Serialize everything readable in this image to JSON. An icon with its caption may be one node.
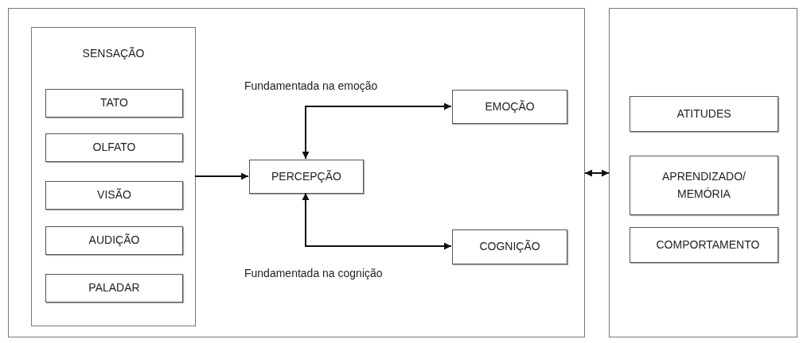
{
  "diagram": {
    "nodes": [
      {
        "text": [],
        "shape": "box"
      },
      {
        "text": [
          "SENSAÇÃO"
        ],
        "in": 0
      },
      {
        "text": [
          "TATO"
        ],
        "in": 1
      },
      {
        "text": [
          "OLFATO"
        ],
        "in": 1
      },
      {
        "text": [
          "VISÃO"
        ],
        "in": 1
      },
      {
        "text": [
          "AUDIÇÃO"
        ],
        "in": 1
      },
      {
        "text": [
          "PALADAR"
        ],
        "in": 1
      },
      {
        "text": [
          "PERCEPÇÃO"
        ],
        "in": 0
      },
      {
        "text": [
          "EMOÇÃO"
        ],
        "in": 0
      },
      {
        "text": [
          "COGNIÇÃO"
        ],
        "in": 0
      },
      {
        "text": [],
        "shape": "box"
      },
      {
        "text": [
          "ATITUDES"
        ],
        "in": 10
      },
      {
        "text": [
          "APRENDIZADO/ MEMÓRIA"
        ],
        "in": 10
      },
      {
        "text": [
          "COMPORTAMENTO"
        ],
        "in": 10
      }
    ],
    "edges": [
      {
        "from": 1,
        "to": 7,
        "arrow": "to"
      },
      {
        "from": 7,
        "to": 8,
        "arrow": "both",
        "label": "Fundamentada na emoção"
      },
      {
        "from": 7,
        "to": 9,
        "arrow": "both",
        "label": "Fundamentada na cognição"
      },
      {
        "from": 0,
        "to": 10,
        "arrow": "both"
      }
    ]
  }
}
